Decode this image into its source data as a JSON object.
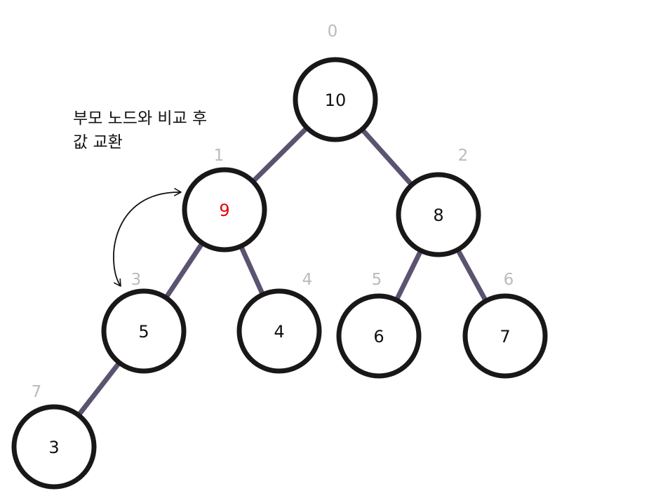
{
  "annotation": {
    "line1": "부모 노드와 비교 후",
    "line2": "값 교환"
  },
  "colors": {
    "node_border": "#1a1718",
    "edge": "#5b5370",
    "index_label": "#bbbbbb",
    "node_value": "#111111",
    "highlight_value": "#e8000b",
    "arrow": "#111111"
  },
  "heap": {
    "nodes": [
      {
        "index": "0",
        "value": "10",
        "highlight": false
      },
      {
        "index": "1",
        "value": "9",
        "highlight": true
      },
      {
        "index": "2",
        "value": "8",
        "highlight": false
      },
      {
        "index": "3",
        "value": "5",
        "highlight": false
      },
      {
        "index": "4",
        "value": "4",
        "highlight": false
      },
      {
        "index": "5",
        "value": "6",
        "highlight": false
      },
      {
        "index": "6",
        "value": "7",
        "highlight": false
      },
      {
        "index": "7",
        "value": "3",
        "highlight": false
      }
    ],
    "edges": [
      {
        "from": 0,
        "to": 1
      },
      {
        "from": 0,
        "to": 2
      },
      {
        "from": 1,
        "to": 3
      },
      {
        "from": 1,
        "to": 4
      },
      {
        "from": 2,
        "to": 5
      },
      {
        "from": 2,
        "to": 6
      },
      {
        "from": 3,
        "to": 7
      }
    ],
    "swap_arrow": {
      "from": 3,
      "to": 1
    }
  }
}
